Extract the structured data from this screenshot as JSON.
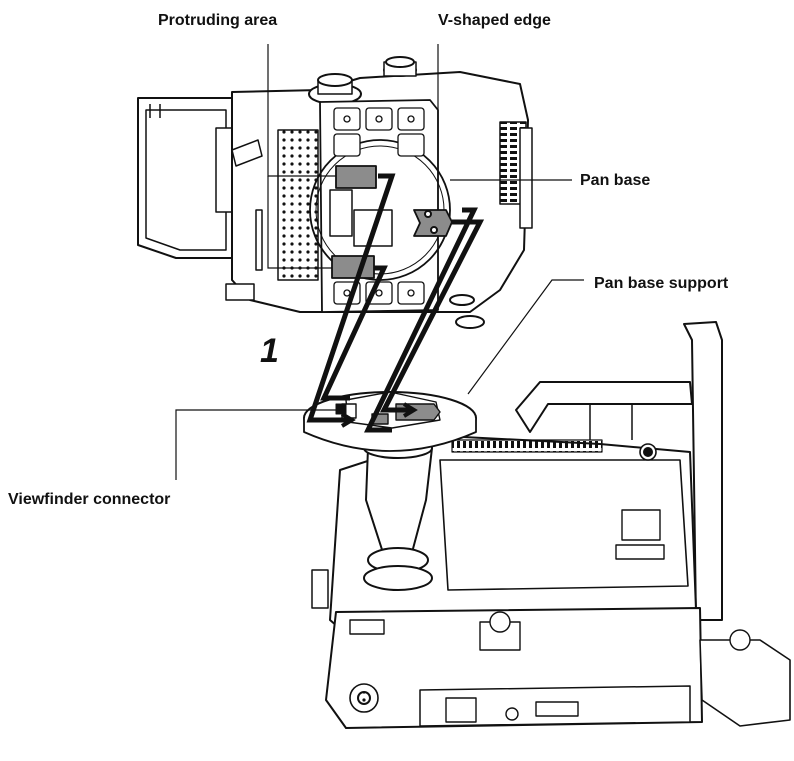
{
  "labels": {
    "protruding_area": "Protruding area",
    "v_shaped_edge": "V-shaped edge",
    "pan_base": "Pan base",
    "pan_base_support": "Pan base support",
    "viewfinder_connector": "Viewfinder connector"
  },
  "step_number": "1",
  "colors": {
    "line": "#111111",
    "highlight": "#8c8c8c",
    "body_fill": "#ffffff",
    "background": "#ffffff"
  }
}
